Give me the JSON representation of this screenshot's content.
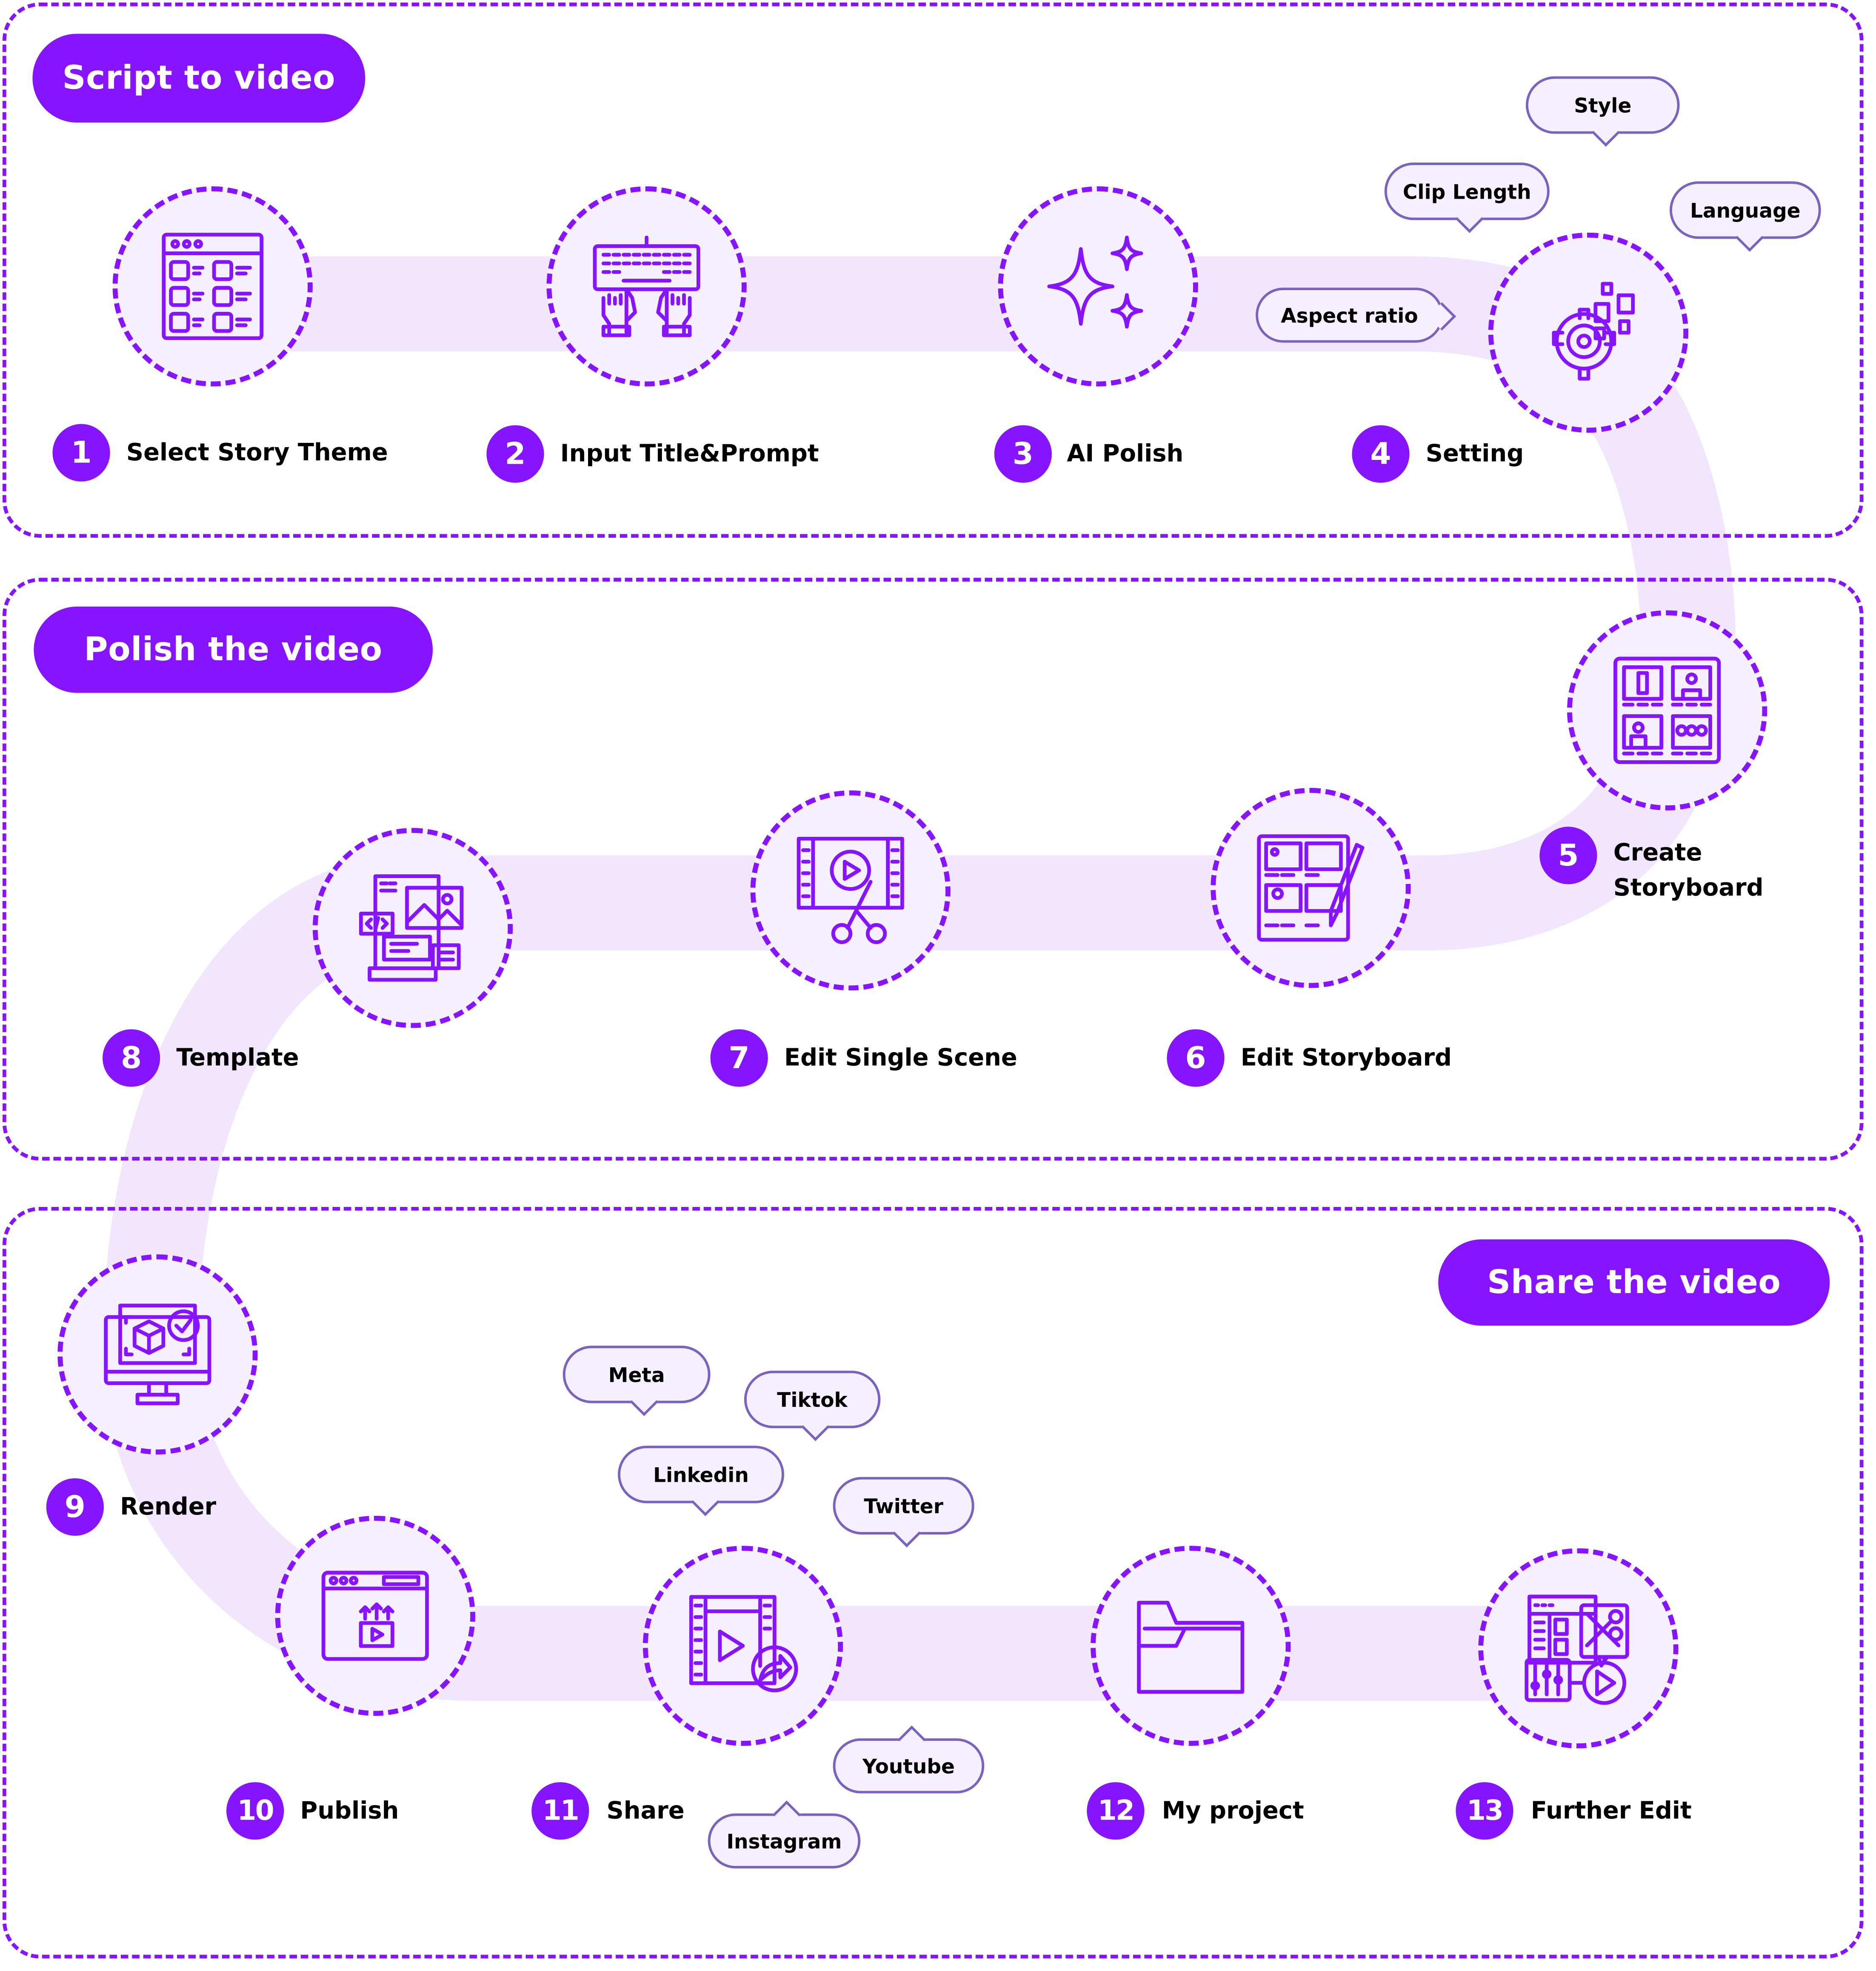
{
  "colors": {
    "accent": "#8614FF",
    "road": "#F1E6FD",
    "node_fill": "#F6F0FE",
    "bubble_border": "#7B62BE",
    "text": "#000000"
  },
  "sections": [
    {
      "title": "Script to video"
    },
    {
      "title": "Polish the video"
    },
    {
      "title": "Share the video"
    }
  ],
  "steps": [
    {
      "number": "1",
      "label": "Select Story Theme",
      "icon": "theme-grid-icon"
    },
    {
      "number": "2",
      "label": "Input Title&Prompt",
      "icon": "keyboard-typing-icon"
    },
    {
      "number": "3",
      "label": "AI Polish",
      "icon": "sparkles-icon"
    },
    {
      "number": "4",
      "label": "Setting",
      "icon": "settings-gear-icon"
    },
    {
      "number": "5",
      "label_line1": "Create",
      "label_line2": "Storyboard",
      "icon": "storyboard-icon"
    },
    {
      "number": "6",
      "label": "Edit Storyboard",
      "icon": "edit-storyboard-icon"
    },
    {
      "number": "7",
      "label": "Edit Single Scene",
      "icon": "film-cut-icon"
    },
    {
      "number": "8",
      "label": "Template",
      "icon": "template-icon"
    },
    {
      "number": "9",
      "label": "Render",
      "icon": "render-monitor-icon"
    },
    {
      "number": "10",
      "label": "Publish",
      "icon": "publish-upload-icon"
    },
    {
      "number": "11",
      "label": "Share",
      "icon": "video-share-icon"
    },
    {
      "number": "12",
      "label": "My project",
      "icon": "folder-icon"
    },
    {
      "number": "13",
      "label": "Further Edit",
      "icon": "further-edit-icon"
    }
  ],
  "setting_options": [
    "Style",
    "Clip Length",
    "Language",
    "Aspect ratio"
  ],
  "share_platforms": [
    "Meta",
    "Tiktok",
    "Linkedin",
    "Twitter",
    "Youtube",
    "Instagram"
  ]
}
